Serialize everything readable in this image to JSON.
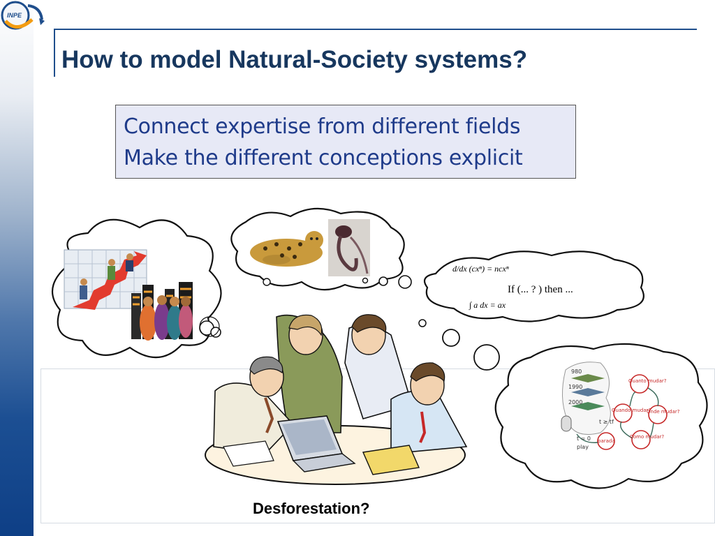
{
  "logo": {
    "text": "INPE",
    "icon": "inpe-logo-icon"
  },
  "slide": {
    "title": "How to model Natural-Society systems?",
    "bullets": [
      "Connect expertise from different fields",
      "Make the different conceptions explicit"
    ],
    "caption": "Desforestation?"
  },
  "bubbles": {
    "math": {
      "derivative": "d/dx (cxⁿ) = ncxⁿ",
      "rule": "If (... ? ) then ...",
      "integral": "∫ a dx = ax"
    },
    "diagram": {
      "years": [
        "980",
        "1990",
        "2000"
      ],
      "states": [
        "Quanto mudar?",
        "Quando mudar?",
        "Onde mudar?",
        "Como mudar?",
        "parada"
      ],
      "labels": [
        "t = 0",
        "t ≥ tf",
        "play"
      ]
    }
  },
  "colors": {
    "title": "#17375e",
    "bullet_text": "#1f3b8a",
    "box_bg": "#e7e9f6",
    "rule": "#1f4e8c"
  }
}
